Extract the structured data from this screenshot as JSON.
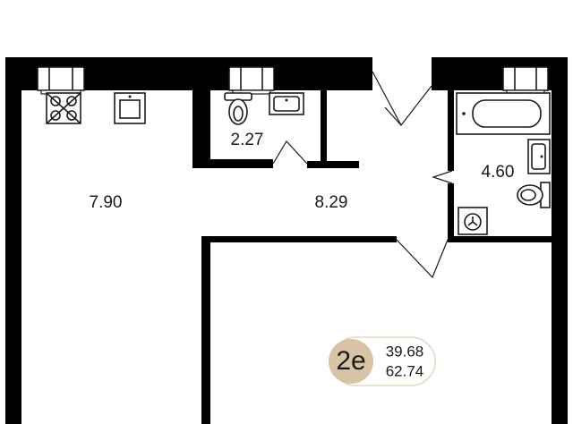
{
  "rooms": {
    "kitchen_area": "7.90",
    "wc_area": "2.27",
    "hall_area": "8.29",
    "bathroom_area": "4.60"
  },
  "badge": {
    "type": "2е",
    "living_area": "39.68",
    "total_area": "62.74"
  },
  "colors": {
    "wall": "#000000",
    "line": "#1a1a1a",
    "badge_bg": "#d8c3a5",
    "badge_border": "#e6d6bf",
    "background": "#ffffff"
  }
}
